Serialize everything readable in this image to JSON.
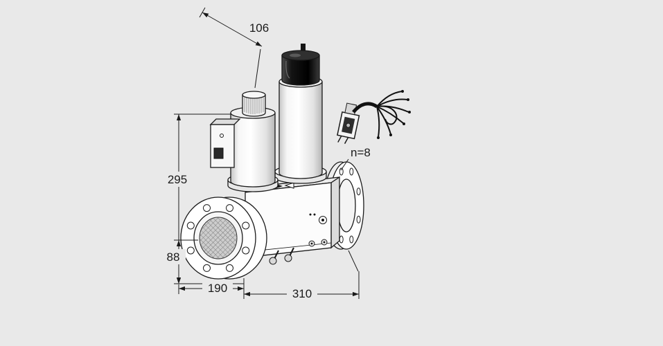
{
  "page": {
    "background": "#e9e9e9"
  },
  "drawing": {
    "type": "technical_dimension_drawing",
    "subject": "Double solenoid gas valve with flanged connections, strainer insert and cable plug",
    "line_color": "#1a1a1a"
  },
  "dimensions": {
    "depth": "106",
    "overall_height": "295",
    "axis_to_bottom": "88",
    "width_left": "190",
    "width_right": "310"
  },
  "annotations": {
    "bolt_count": "n=8"
  }
}
